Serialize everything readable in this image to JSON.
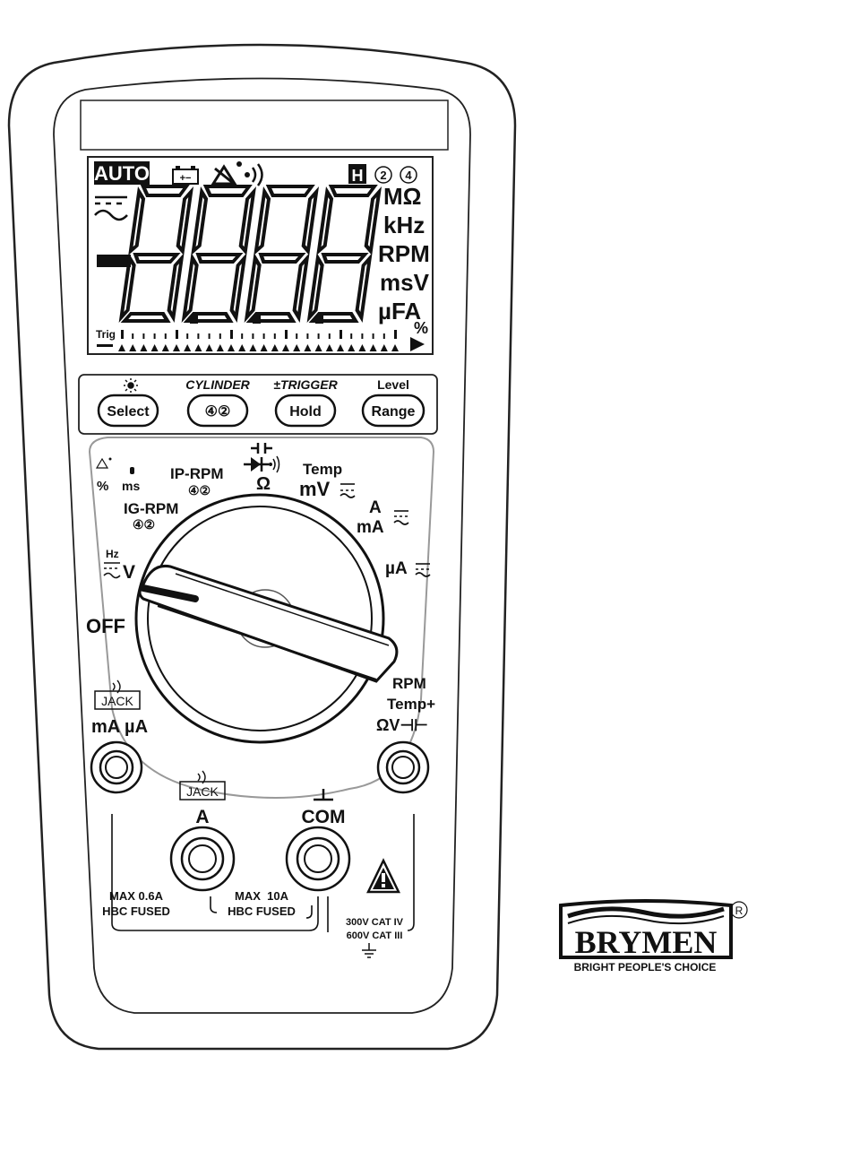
{
  "lcd": {
    "auto": "AUTO",
    "hold": "H",
    "minus": "-",
    "units": [
      "MΩ",
      "kHz",
      "RPM",
      "msV",
      "µFA"
    ],
    "percent": "%",
    "trig": "Trig"
  },
  "buttons": [
    {
      "top": "☀",
      "label": "Select"
    },
    {
      "top": "CYLINDER",
      "label": "④②"
    },
    {
      "top": "±TRIGGER",
      "label": "Hold"
    },
    {
      "top": "Level",
      "label": "Range"
    }
  ],
  "dial": {
    "pct": "%",
    "ms": "ms",
    "ip_rpm": "IP-RPM",
    "ig_rpm": "IG-RPM",
    "cyl_small": "④②",
    "ohm": "Ω",
    "temp": "Temp",
    "mv": "mV",
    "a": "A",
    "ma": "mA",
    "ua": "µA",
    "hz": "Hz",
    "v": "V",
    "off": "OFF"
  },
  "jacks": {
    "jack_badge": "JACK",
    "left": "mA µA",
    "right_1": "RPM",
    "right_2": "Temp+",
    "right_3": "ΩV⊣⊢",
    "a": "A",
    "com": "COM"
  },
  "ratings": {
    "fuse1_a": "MAX 0.6A",
    "fuse1_b": "HBC FUSED",
    "fuse2_a": "MAX  10A",
    "fuse2_b": "HBC FUSED",
    "cat_a": "300V CAT IV",
    "cat_b": "600V CAT III"
  },
  "brand": {
    "name": "BRYMEN",
    "registered": "R",
    "tagline": "BRIGHT PEOPLE'S CHOICE"
  }
}
